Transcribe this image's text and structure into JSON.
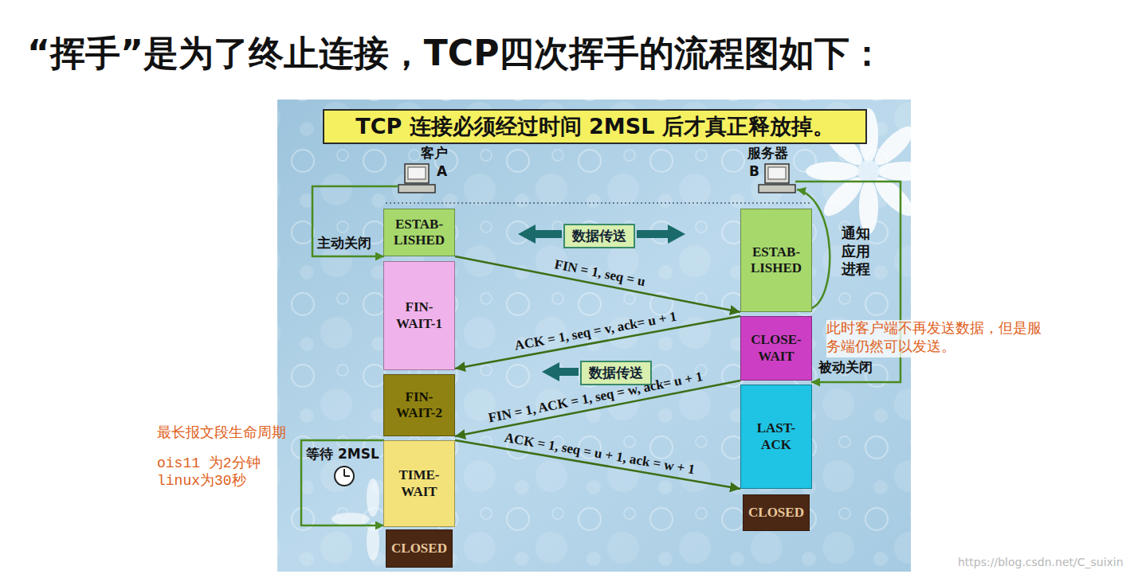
{
  "diagram": {
    "title": "“挥手”是为了终止连接，TCP四次挥手的流程图如下：",
    "nodes": [
      {
        "text": [
          "TCP 连接必须经过时间 2MSL 后才真正释放掉。"
        ]
      },
      {
        "text": [
          "ESTAB- LISHED"
        ]
      },
      {
        "text": [
          "FIN- WAIT-1"
        ]
      },
      {
        "text": [
          "FIN- WAIT-2"
        ]
      },
      {
        "text": [
          "TIME- WAIT"
        ]
      },
      {
        "text": [
          "CLOSED"
        ]
      },
      {
        "text": [
          "ESTAB- LISHED"
        ]
      },
      {
        "text": [
          "CLOSE- WAIT"
        ]
      },
      {
        "text": [
          "LAST- ACK"
        ]
      },
      {
        "text": [
          "CLOSED"
        ]
      },
      {
        "text": [
          "数据传送"
        ]
      },
      {
        "text": [
          "数据传送"
        ]
      }
    ],
    "edges": [
      {
        "from": 1,
        "to": 6,
        "label": "FIN = 1, seq = u",
        "arrow": "to"
      },
      {
        "from": 7,
        "to": 2,
        "label": "ACK = 1, seq = v, ack= u + 1",
        "arrow": "to"
      },
      {
        "from": 7,
        "to": 3,
        "label": "FIN = 1, ACK = 1, seq = w, ack= u + 1",
        "arrow": "to"
      },
      {
        "from": 4,
        "to": 8,
        "label": "ACK = 1, seq = u + 1, ack = w + 1",
        "arrow": "to"
      }
    ],
    "labels": [
      "客户",
      "A",
      "服务器",
      "B",
      "主动关闭",
      "通知应用进程",
      "被动关闭",
      "等待 2MSL",
      "此时客户端不再发送数据，但是服务端仍然可以发送。",
      "最长报文段生命周期",
      "ois11 为2分钟",
      "linux为30秒",
      "https://blog.csdn.net/C_suixin"
    ]
  }
}
